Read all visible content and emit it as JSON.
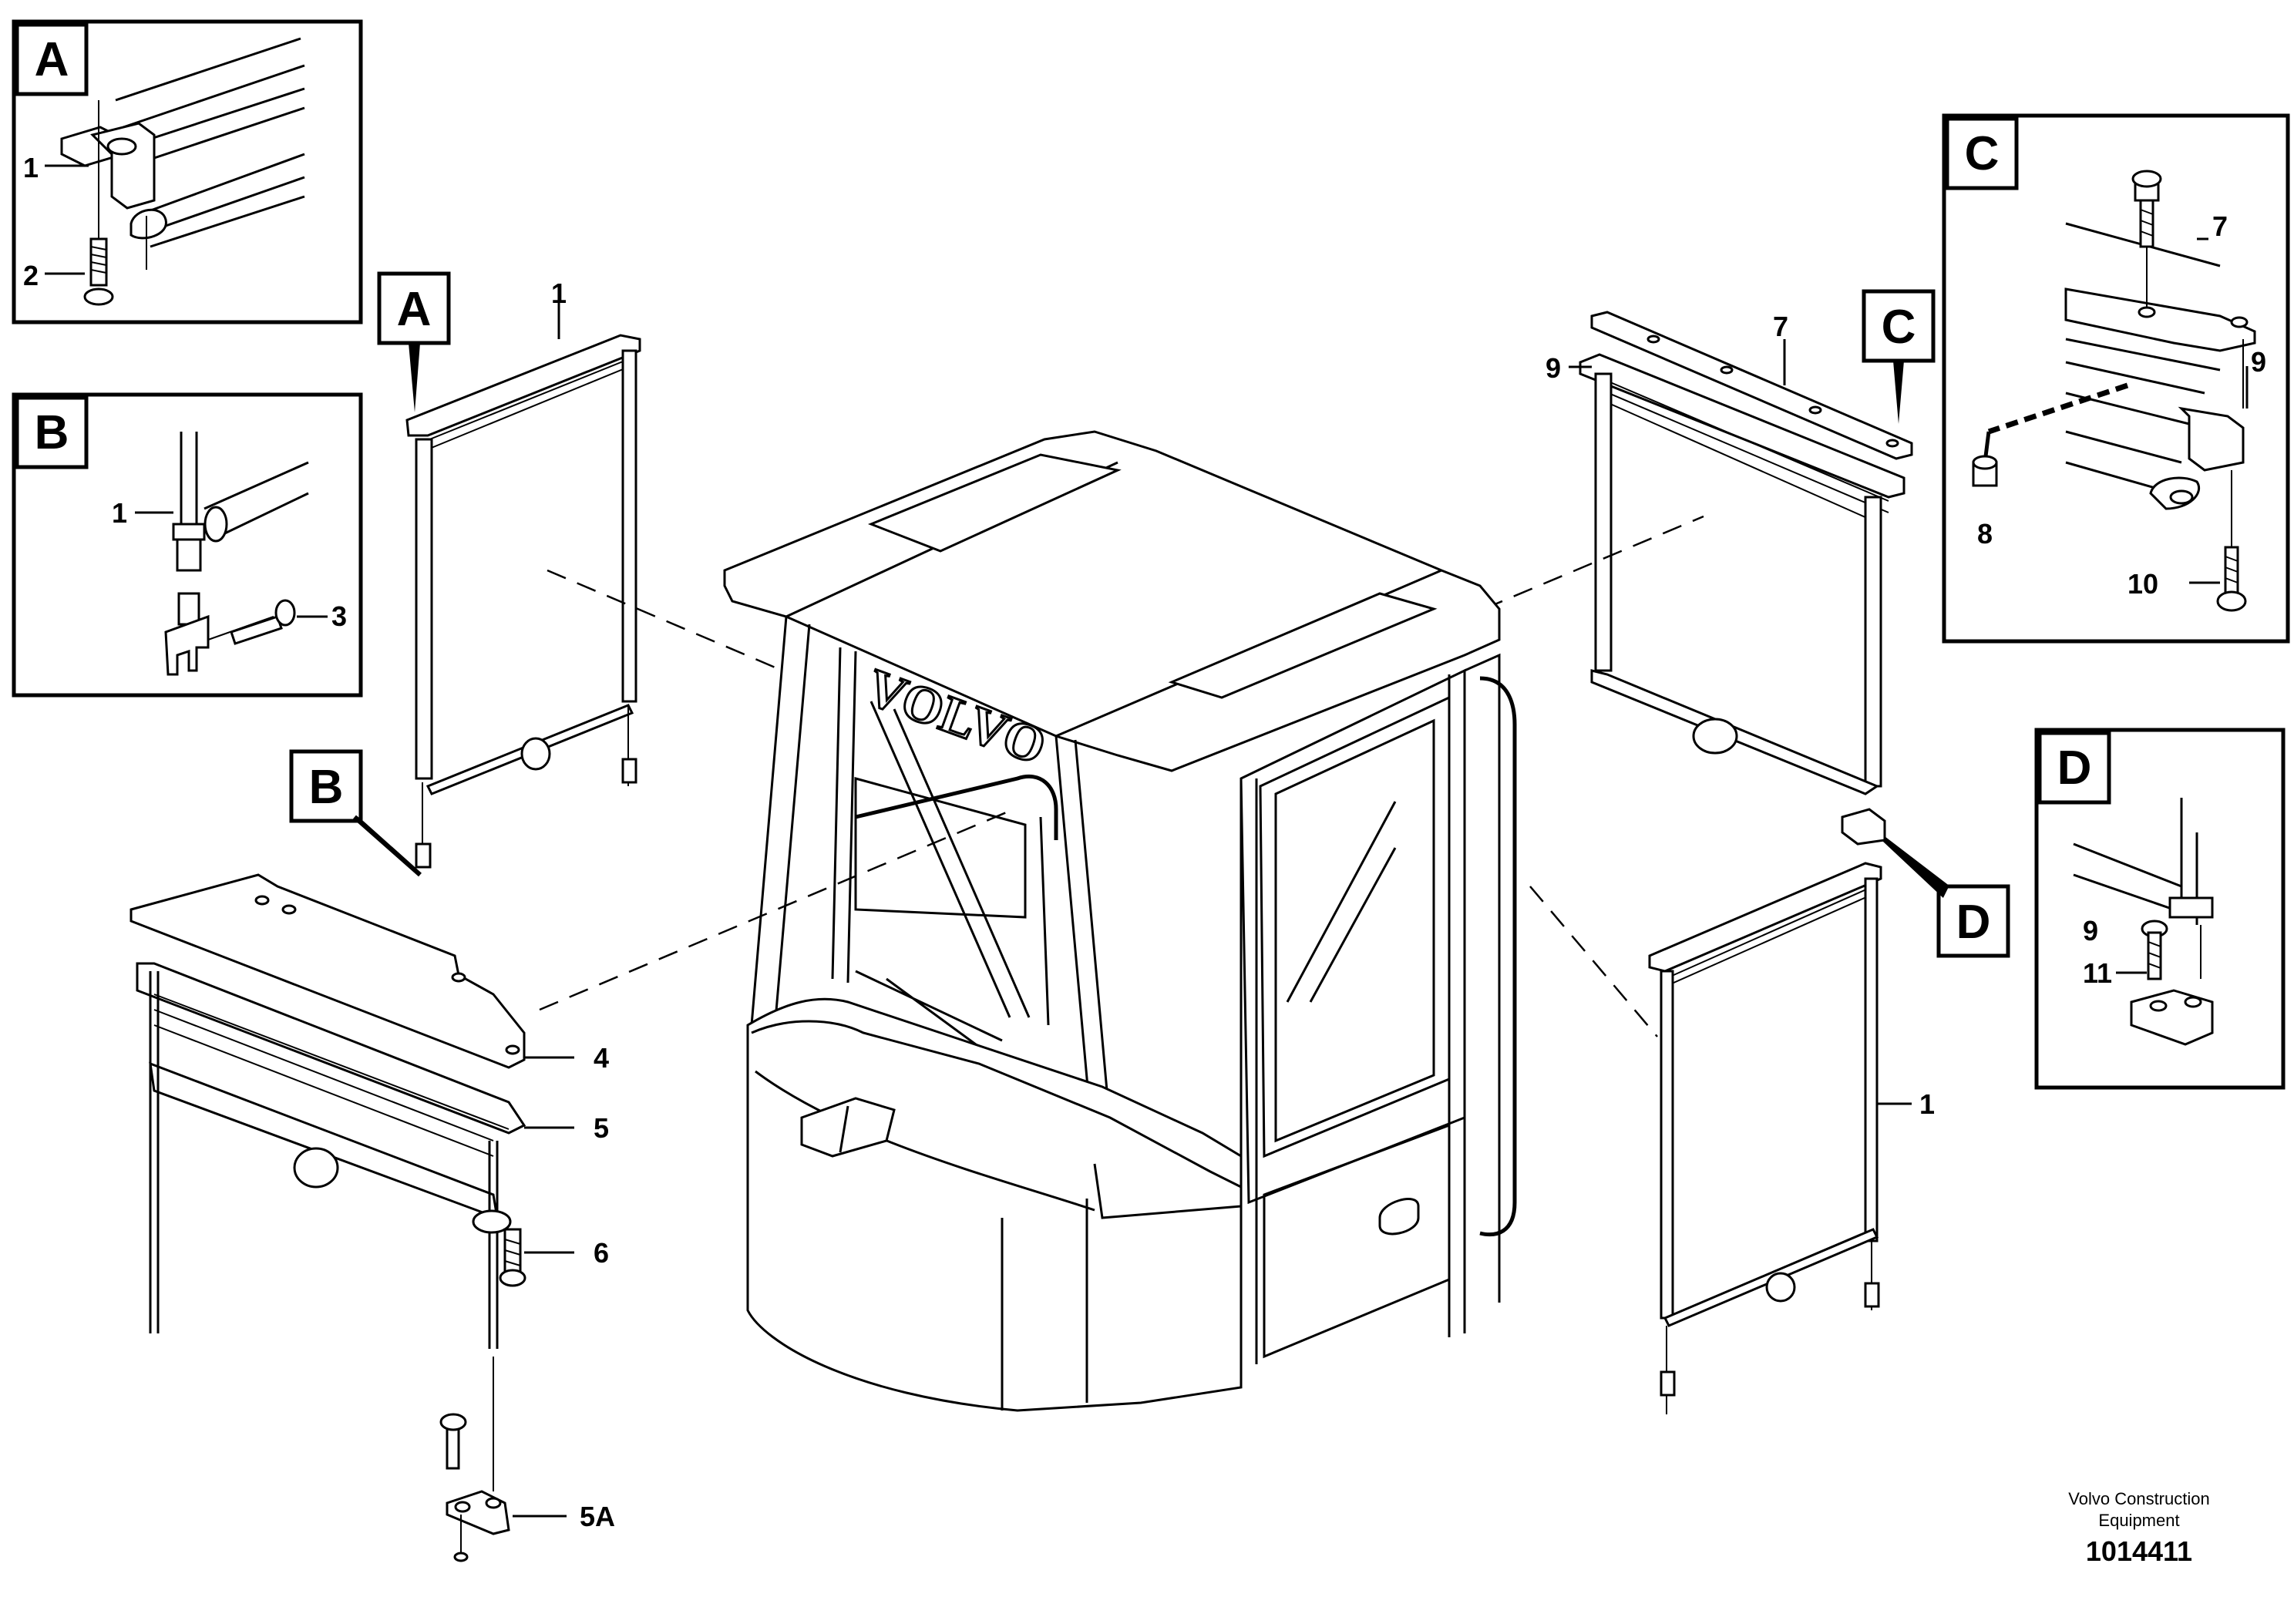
{
  "detail_boxes": {
    "A": {
      "letter": "A"
    },
    "B": {
      "letter": "B"
    },
    "C": {
      "letter": "C"
    },
    "D": {
      "letter": "D"
    }
  },
  "main_flags": {
    "A": "A",
    "B": "B",
    "C": "C",
    "D": "D"
  },
  "callouts": {
    "a_1": "1",
    "a_2": "2",
    "b_1": "1",
    "b_3": "3",
    "c_7": "7",
    "c_9": "9",
    "c_8": "8",
    "c_10": "10",
    "d_9": "9",
    "d_11": "11",
    "m_1_left": "1",
    "m_9": "9",
    "m_7": "7",
    "m_4": "4",
    "m_5": "5",
    "m_6": "6",
    "m_5A": "5A",
    "m_1_right": "1"
  },
  "cab_logo": "VOLVO",
  "credit": {
    "line1": "Volvo Construction",
    "line2": "Equipment"
  },
  "part_number": "1014411"
}
